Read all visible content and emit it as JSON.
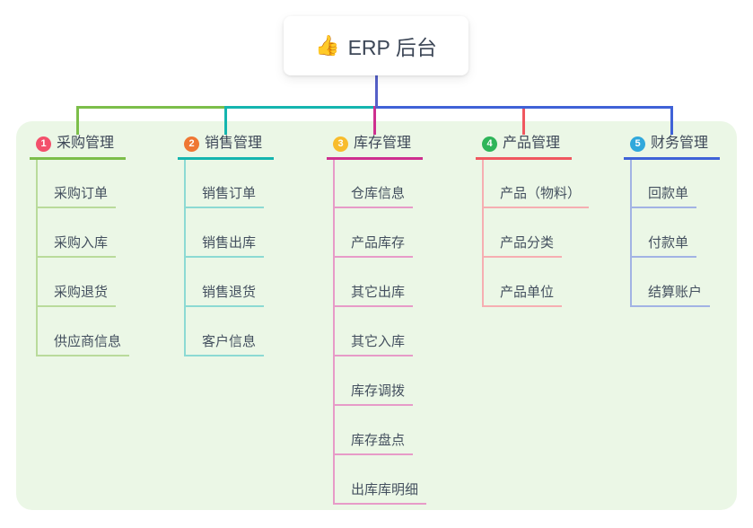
{
  "root": {
    "icon": "👍",
    "label": "ERP 后台"
  },
  "theme": {
    "canvas_bg": "#ffffff",
    "panel_bg": "#EBF7E6",
    "root_stem_color": "#5560C8",
    "title_text_color": "#3d4757",
    "child_text_color": "#44505f"
  },
  "branches": [
    {
      "badge": "1",
      "badge_color": "#F3506B",
      "line_color": "#7CBE4A",
      "light_color": "#B9DB9B",
      "label": "采购管理",
      "children": [
        "采购订单",
        "采购入库",
        "采购退货",
        "供应商信息"
      ]
    },
    {
      "badge": "2",
      "badge_color": "#EF7733",
      "line_color": "#14B5AF",
      "light_color": "#8CDAD3",
      "label": "销售管理",
      "children": [
        "销售订单",
        "销售出库",
        "销售退货",
        "客户信息"
      ]
    },
    {
      "badge": "3",
      "badge_color": "#F8BC2C",
      "line_color": "#CE2F8F",
      "light_color": "#E79BC8",
      "label": "库存管理",
      "children": [
        "仓库信息",
        "产品库存",
        "其它出库",
        "其它入库",
        "库存调拨",
        "库存盘点",
        "出库库明细"
      ]
    },
    {
      "badge": "4",
      "badge_color": "#2EB559",
      "line_color": "#F0575F",
      "light_color": "#F6AEB2",
      "label": "产品管理",
      "children": [
        "产品（物料）",
        "产品分类",
        "产品单位"
      ]
    },
    {
      "badge": "5",
      "badge_color": "#30A8DC",
      "line_color": "#3F62D7",
      "light_color": "#A2B3E4",
      "label": "财务管理",
      "children": [
        "回款单",
        "付款单",
        "结算账户"
      ]
    }
  ]
}
